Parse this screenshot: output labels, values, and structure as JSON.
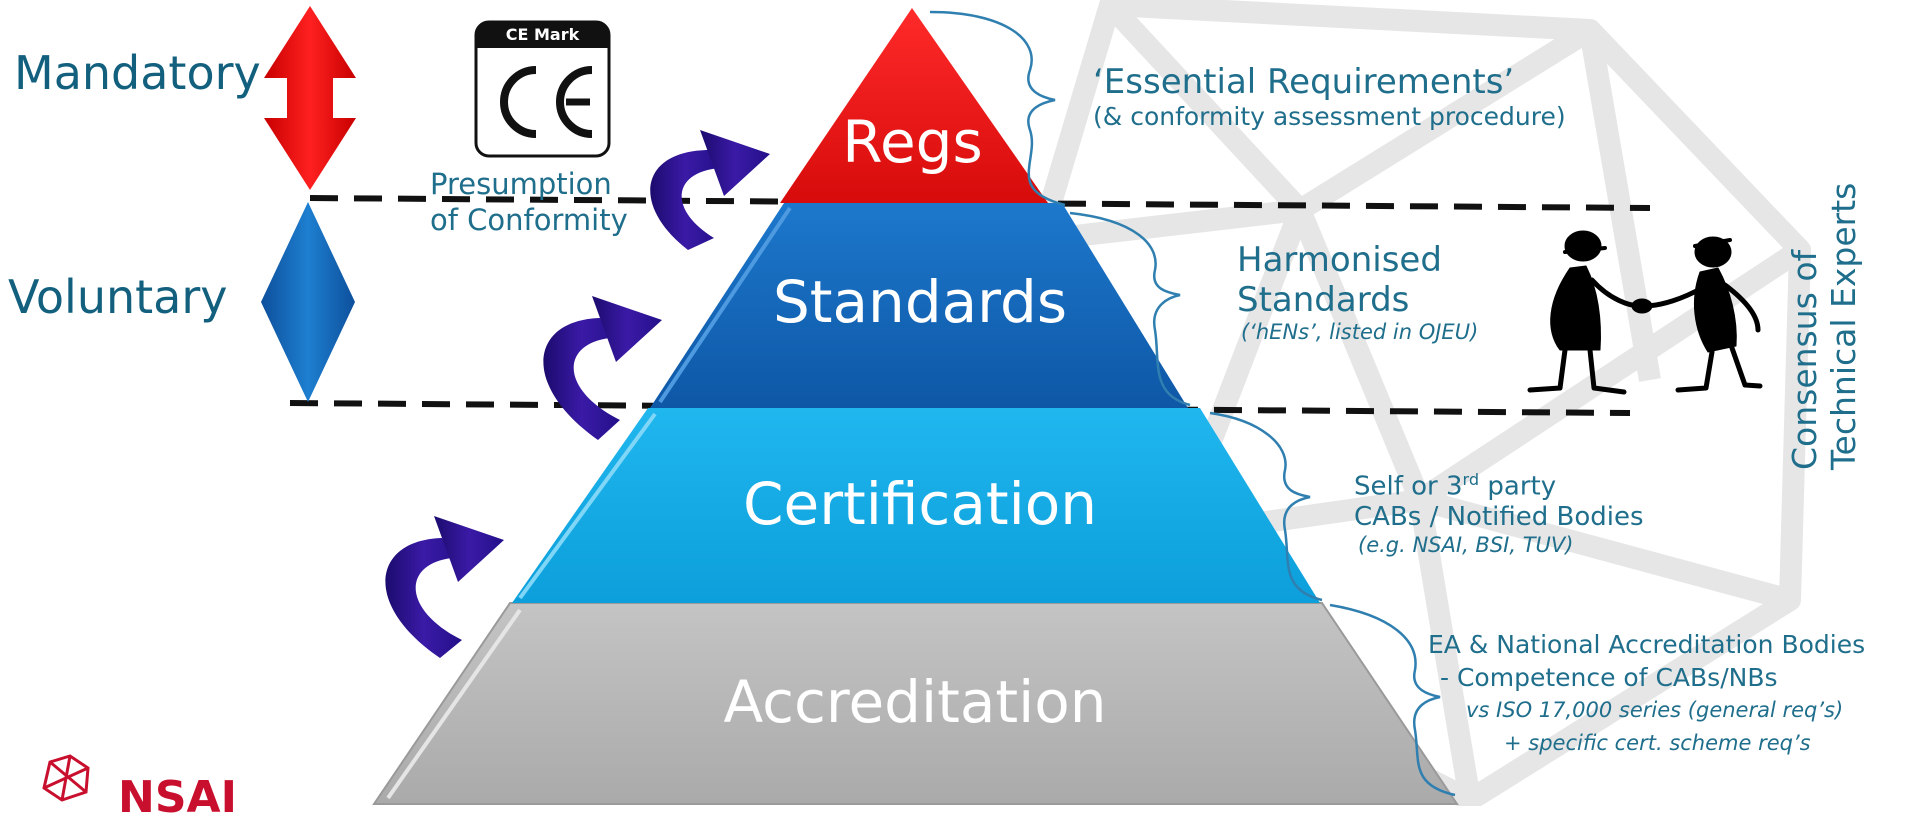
{
  "levels": {
    "mandatory": "Mandatory",
    "voluntary": "Voluntary"
  },
  "ce_mark": {
    "caption": "CE Mark",
    "symbol": "CE"
  },
  "presumption": {
    "line1": "Presumption",
    "line2": "of Conformity"
  },
  "pyramid": {
    "regs": "Regs",
    "standards": "Standards",
    "certification": "Certification",
    "accreditation": "Accreditation"
  },
  "annotations": {
    "regs": {
      "line1": "‘Essential Requirements’",
      "line2": "(& conformity assessment procedure)"
    },
    "standards": {
      "line1": "Harmonised",
      "line2": "Standards",
      "line3": "(‘hENs’, listed in OJEU)"
    },
    "certification": {
      "line1_pre": "Self or 3",
      "line1_sup": "rd",
      "line1_post": " party",
      "line2": "CABs / Notified Bodies",
      "line3": "(e.g. NSAI, BSI, TUV)"
    },
    "accreditation": {
      "line1": "EA & National Accreditation Bodies",
      "line2": "-   Competence of CABs/NBs",
      "line3": "vs ISO 17,000 series (general req’s)",
      "line4": "+ specific cert. scheme req’s"
    }
  },
  "consensus": {
    "line1": "Consensus of",
    "line2": "Technical Experts"
  },
  "logo": {
    "text": "NSAI"
  },
  "colors": {
    "regs": "#ee1111",
    "standards": "#1565b8",
    "certification": "#10a7e2",
    "accreditation": "#b5b5b5",
    "text": "#1f6e8c",
    "arrow": "#2a1488",
    "nsai": "#c8102e"
  }
}
